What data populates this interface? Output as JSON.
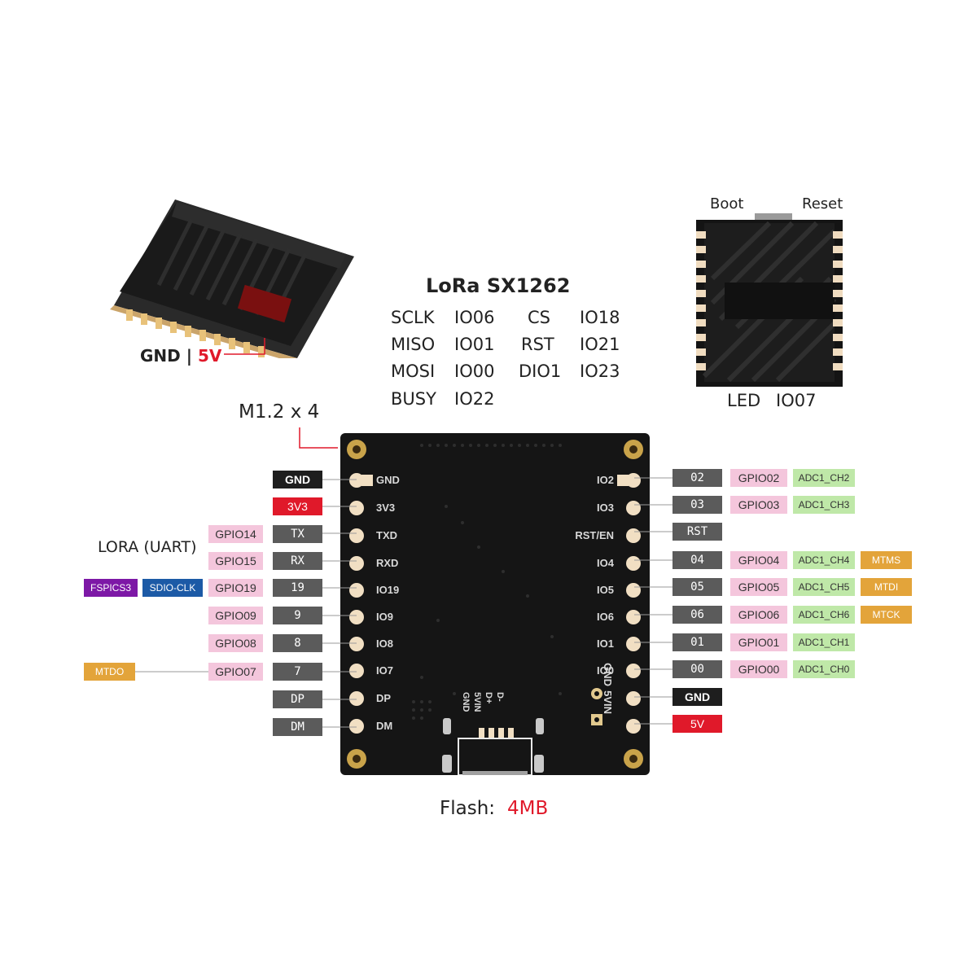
{
  "module_photo": {
    "gnd_label": "GND |",
    "v5_label": "5V"
  },
  "back_photo": {
    "boot_label": "Boot",
    "reset_label": "Reset",
    "led_label": "LED",
    "led_io": "IO07"
  },
  "lora": {
    "title": "LoRa SX1262",
    "rows": [
      [
        "SCLK",
        "IO06",
        "CS",
        "IO18"
      ],
      [
        "MISO",
        "IO01",
        "RST",
        "IO21"
      ],
      [
        "MOSI",
        "IO00",
        "DIO1",
        "IO23"
      ],
      [
        "BUSY",
        "IO22",
        "",
        ""
      ]
    ]
  },
  "mount_label": "M1.2 x 4",
  "lora_uart_label": "LORA (UART)",
  "flash": {
    "label": "Flash:",
    "value": "4MB"
  },
  "board_pins": {
    "left": [
      "GND",
      "3V3",
      "TXD",
      "RXD",
      "IO19",
      "IO9",
      "IO8",
      "IO7",
      "DP",
      "DM"
    ],
    "right": [
      "IO2",
      "IO3",
      "RST/EN",
      "IO4",
      "IO5",
      "IO6",
      "IO1",
      "IO0",
      "GND",
      "5VIN"
    ],
    "usb": [
      "GND",
      "5VIN",
      "D+",
      "D-"
    ]
  },
  "left_labels": [
    {
      "main": "GND",
      "style": "black"
    },
    {
      "main": "3V3",
      "style": "red"
    },
    {
      "main": "TX",
      "style": "gray",
      "gpio": "GPIO14"
    },
    {
      "main": "RX",
      "style": "gray",
      "gpio": "GPIO15"
    },
    {
      "main": "19",
      "style": "gray",
      "gpio": "GPIO19",
      "extra": [
        "FSPICS3",
        "SDIO-CLK"
      ]
    },
    {
      "main": "9",
      "style": "gray",
      "gpio": "GPIO09"
    },
    {
      "main": "8",
      "style": "gray",
      "gpio": "GPIO08"
    },
    {
      "main": "7",
      "style": "gray",
      "gpio": "GPIO07",
      "far": "MTDO"
    },
    {
      "main": "DP",
      "style": "gray"
    },
    {
      "main": "DM",
      "style": "gray"
    }
  ],
  "right_labels": [
    {
      "main": "02",
      "style": "gray",
      "gpio": "GPIO02",
      "adc": "ADC1_CH2"
    },
    {
      "main": "03",
      "style": "gray",
      "gpio": "GPIO03",
      "adc": "ADC1_CH3"
    },
    {
      "main": "RST",
      "style": "gray"
    },
    {
      "main": "04",
      "style": "gray",
      "gpio": "GPIO04",
      "adc": "ADC1_CH4",
      "jtag": "MTMS"
    },
    {
      "main": "05",
      "style": "gray",
      "gpio": "GPIO05",
      "adc": "ADC1_CH5",
      "jtag": "MTDI"
    },
    {
      "main": "06",
      "style": "gray",
      "gpio": "GPIO06",
      "adc": "ADC1_CH6",
      "jtag": "MTCK"
    },
    {
      "main": "01",
      "style": "gray",
      "gpio": "GPIO01",
      "adc": "ADC1_CH1"
    },
    {
      "main": "00",
      "style": "gray",
      "gpio": "GPIO00",
      "adc": "ADC1_CH0"
    },
    {
      "main": "GND",
      "style": "black"
    },
    {
      "main": "5V",
      "style": "red"
    }
  ],
  "colors": {
    "gray": "#5b5b5b",
    "black": "#1e1e1e",
    "red": "#e0192a",
    "pink": "#f4c6dc",
    "green": "#bfe8a8",
    "orange": "#e3a43a",
    "purple": "#7d18a6",
    "blue": "#1c5aa6",
    "board": "#151515",
    "pad": "#f1dfc3"
  }
}
